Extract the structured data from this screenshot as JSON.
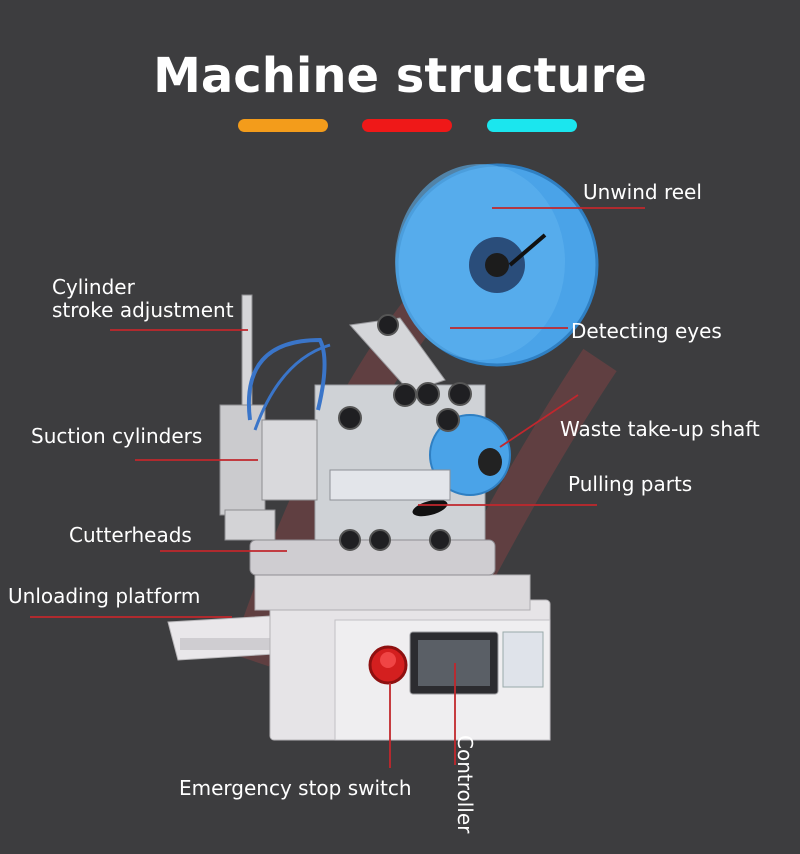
{
  "title": "Machine structure",
  "colors": {
    "bar1": "#f39c1b",
    "bar2": "#ef1818",
    "bar3": "#1be6ee",
    "leader": "#c1272d",
    "reel": "#4aa3e8"
  },
  "labels": {
    "unwind_reel": "Unwind reel",
    "cylinder_stroke": "Cylinder\nstroke adjustment",
    "detecting_eyes": "Detecting eyes",
    "suction_cylinders": "Suction cylinders",
    "waste_takeup": "Waste take-up shaft",
    "pulling_parts": "Pulling parts",
    "cutterheads": "Cutterheads",
    "unloading_platform": "Unloading platform",
    "emergency_stop": "Emergency stop switch",
    "controller": "Controller"
  }
}
